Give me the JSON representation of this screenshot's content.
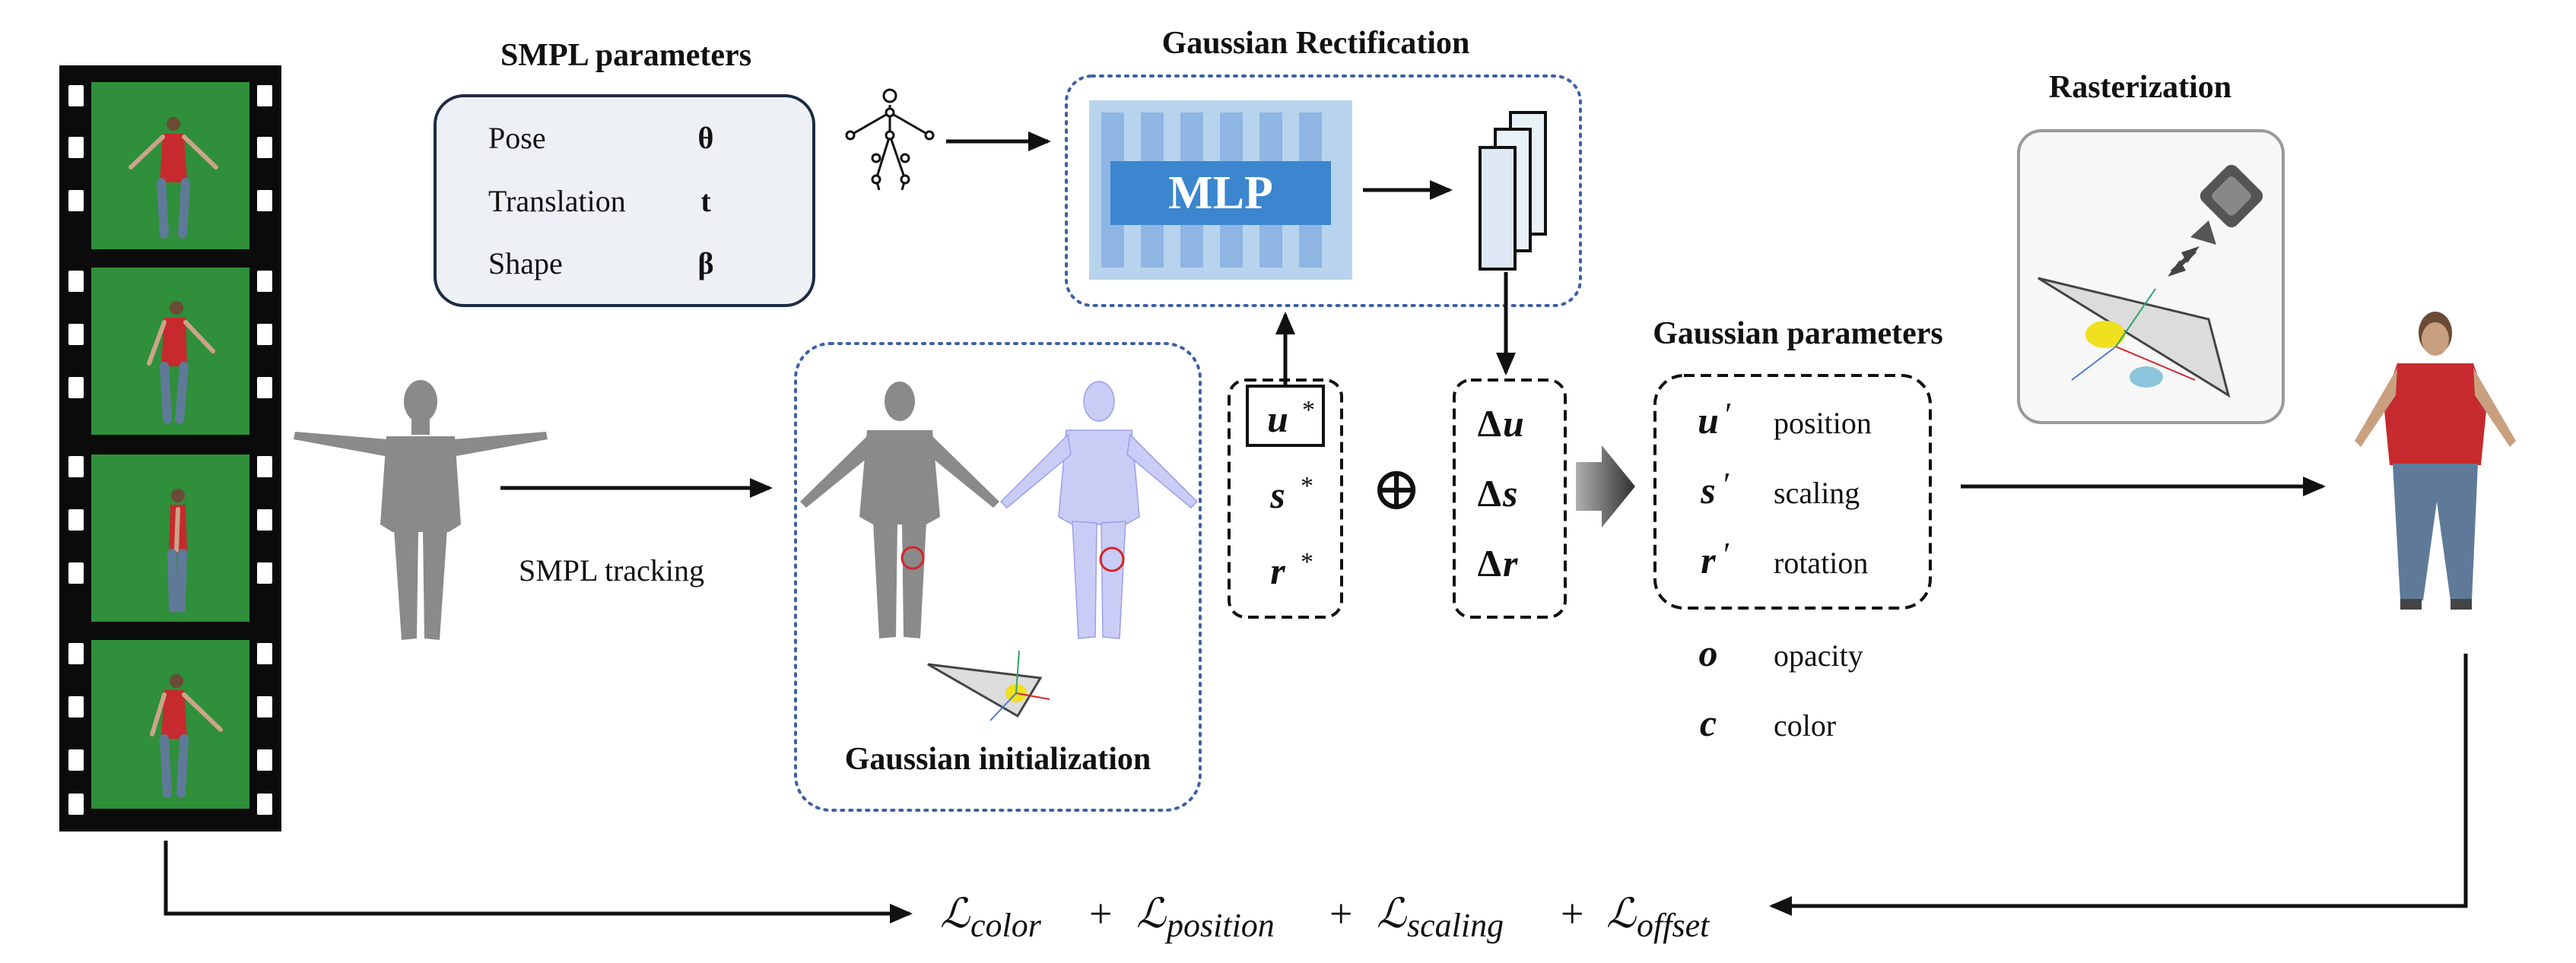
{
  "smpl_params": {
    "title": "SMPL parameters",
    "rows": [
      {
        "name": "Pose",
        "symbol": "θ"
      },
      {
        "name": "Translation",
        "symbol": "t"
      },
      {
        "name": "Shape",
        "symbol": "β"
      }
    ]
  },
  "tracking_label": "SMPL tracking",
  "rectification": {
    "title": "Gaussian Rectification",
    "mlp_label": "MLP"
  },
  "initialization_title": "Gaussian initialization",
  "canonical": {
    "u": "u",
    "s": "s",
    "r": "r",
    "star": "*"
  },
  "offsets": {
    "delta": "Δ",
    "u": "u",
    "s": "s",
    "r": "r"
  },
  "plus_symbol": "⊕",
  "gaussian_params": {
    "title": "Gaussian parameters",
    "boxed": [
      {
        "symbol": "u",
        "prime": "′",
        "name": "position"
      },
      {
        "symbol": "s",
        "prime": "′",
        "name": "scaling"
      },
      {
        "symbol": "r",
        "prime": "′",
        "name": "rotation"
      }
    ],
    "extra": [
      {
        "symbol": "o",
        "name": "opacity"
      },
      {
        "symbol": "c",
        "name": "color"
      }
    ]
  },
  "rasterization_title": "Rasterization",
  "loss": {
    "script_L": "ℒ",
    "terms": [
      "color",
      "position",
      "scaling",
      "offset"
    ],
    "plus": "+"
  },
  "colors": {
    "mlp_outer": "#b8d3ee",
    "mlp_stripe": "#8fb6e3",
    "mlp_core": "#3b86cf",
    "dotted_border": "#3c5fa8",
    "smpl_box_fill": "#edf0f4",
    "green_screen": "#2f8f3a",
    "mesh_gray": "#8a8a8a",
    "mesh_blue": "#c9ccf5",
    "shirt_red": "#c62a2e",
    "jeans_blue": "#5f7a98",
    "gaussian_yellow": "#f0e020",
    "gaussian_cyan": "#8cc6dc",
    "highlight_circle": "#d2262a"
  }
}
